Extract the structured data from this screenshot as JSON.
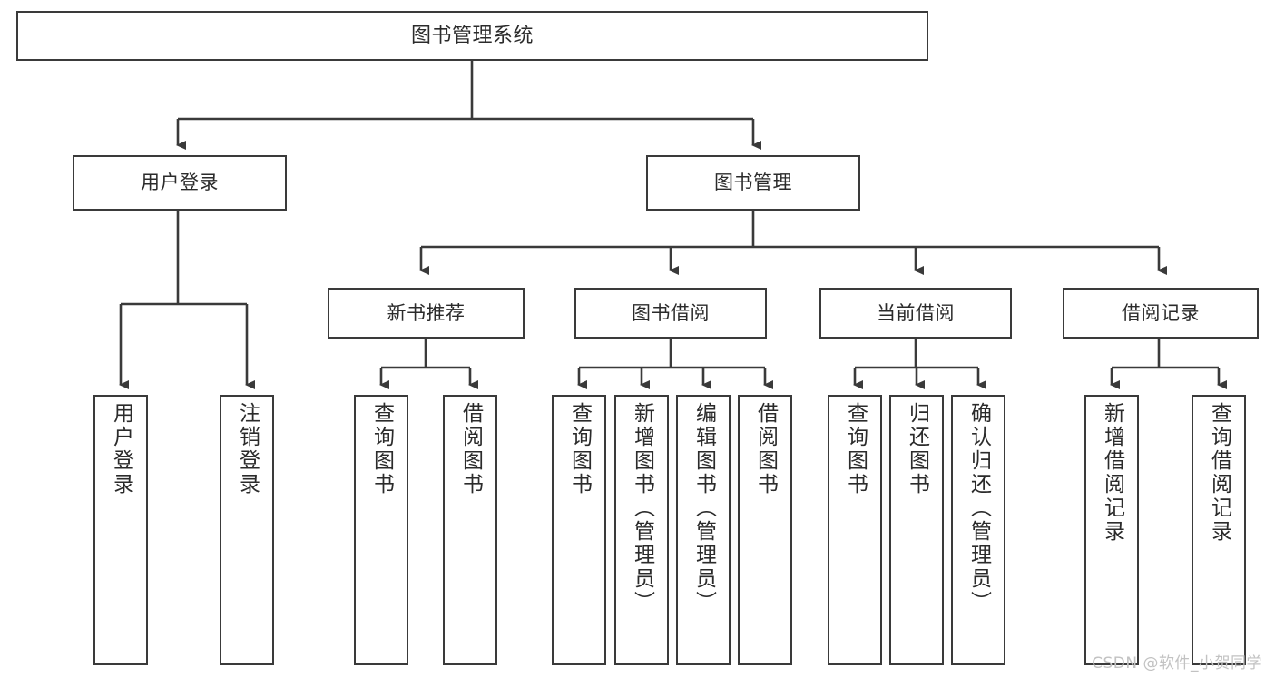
{
  "diagram": {
    "title": "图书管理系统",
    "type": "tree-hierarchy-chart",
    "colors": {
      "stroke": "#3a3a3a",
      "fill": "#ffffff",
      "text": "#2b2b2b",
      "watermark": "#c2c2c2"
    },
    "watermark": "CSDN @软件_小贺同学",
    "nodes": {
      "root": {
        "label": "图书管理系统"
      },
      "level2": [
        {
          "id": "user-login",
          "label": "用户登录"
        },
        {
          "id": "book-management",
          "label": "图书管理"
        }
      ],
      "level3": [
        {
          "id": "new-book-recommend",
          "label": "新书推荐"
        },
        {
          "id": "book-borrow",
          "label": "图书借阅"
        },
        {
          "id": "current-borrow",
          "label": "当前借阅"
        },
        {
          "id": "borrow-record",
          "label": "借阅记录"
        }
      ],
      "leaves": {
        "user-login": [
          {
            "id": "leaf-user-login",
            "label": "用户登录"
          },
          {
            "id": "leaf-user-logout",
            "label": "注销登录"
          }
        ],
        "new-book-recommend": [
          {
            "id": "leaf-query-book-1",
            "label": "查询图书"
          },
          {
            "id": "leaf-borrow-book-1",
            "label": "借阅图书"
          }
        ],
        "book-borrow": [
          {
            "id": "leaf-query-book-2",
            "label": "查询图书"
          },
          {
            "id": "leaf-add-book-admin",
            "label": "新增图书（管理员）"
          },
          {
            "id": "leaf-edit-book-admin",
            "label": "编辑图书（管理员）"
          },
          {
            "id": "leaf-borrow-book-2",
            "label": "借阅图书"
          }
        ],
        "current-borrow": [
          {
            "id": "leaf-query-book-3",
            "label": "查询图书"
          },
          {
            "id": "leaf-return-book",
            "label": "归还图书"
          },
          {
            "id": "leaf-confirm-return-admin",
            "label": "确认归还（管理员）"
          }
        ],
        "borrow-record": [
          {
            "id": "leaf-add-borrow-record",
            "label": "新增借阅记录"
          },
          {
            "id": "leaf-query-borrow-record",
            "label": "查询借阅记录"
          }
        ]
      }
    }
  }
}
